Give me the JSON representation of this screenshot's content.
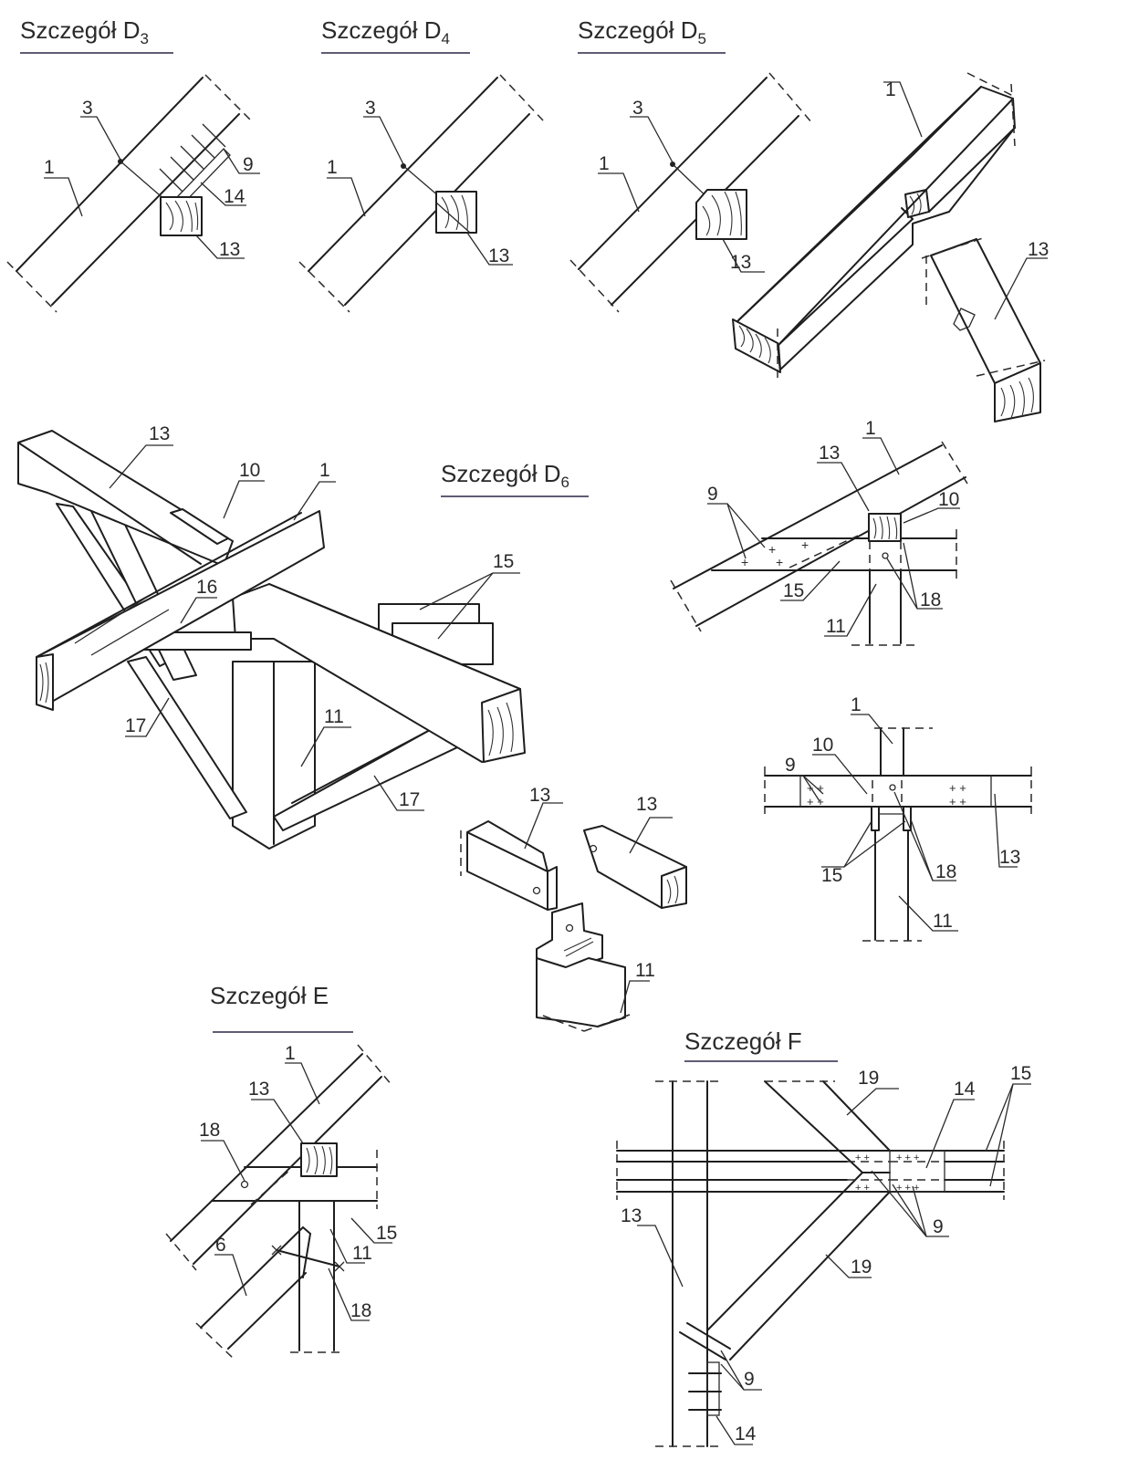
{
  "details": {
    "d3": {
      "title": "Szczegół D",
      "sub": "3",
      "labels": {
        "rafter": "1",
        "purlin_mark": "3",
        "nails": "9",
        "plate": "14",
        "purlin": "13"
      }
    },
    "d4": {
      "title": "Szczegół D",
      "sub": "4",
      "labels": {
        "rafter": "1",
        "purlin_mark": "3",
        "purlin": "13"
      }
    },
    "d5": {
      "title": "Szczegół D",
      "sub": "5",
      "labels": {
        "rafter": "1",
        "purlin_mark": "3",
        "purlin": "13",
        "rafter_iso": "1",
        "purlin_iso": "13"
      }
    },
    "d6": {
      "title": "Szczegół D",
      "sub": "6",
      "iso_labels": {
        "purlin": "13",
        "tie": "10",
        "rafter": "1",
        "clamps": "15",
        "pad": "16",
        "brace_left": "17",
        "post": "11",
        "brace_right": "17"
      },
      "exploded_labels": {
        "purlin_left": "13",
        "purlin_right": "13",
        "post": "11"
      },
      "side_labels": {
        "rafter": "1",
        "purlin": "13",
        "tie": "10",
        "nails": "9",
        "clamp": "15",
        "post": "11",
        "bolts": "18"
      },
      "front_labels": {
        "rafter": "1",
        "tie": "10",
        "nails": "9",
        "purlin": "13",
        "clamps": "15",
        "bolts": "18",
        "post": "11"
      }
    },
    "e": {
      "title": "Szczegół E",
      "labels": {
        "rafter": "1",
        "purlin": "13",
        "bolt_top": "18",
        "clamp": "15",
        "post": "11",
        "strut": "6",
        "bolt_bottom": "18"
      }
    },
    "f": {
      "title": "Szczegół F",
      "labels": {
        "brace_top": "19",
        "plate_top": "14",
        "clamps": "15",
        "nails_top": "9",
        "brace_bottom": "19",
        "post": "13",
        "nails_bottom": "9",
        "plate_bottom": "14"
      }
    }
  }
}
